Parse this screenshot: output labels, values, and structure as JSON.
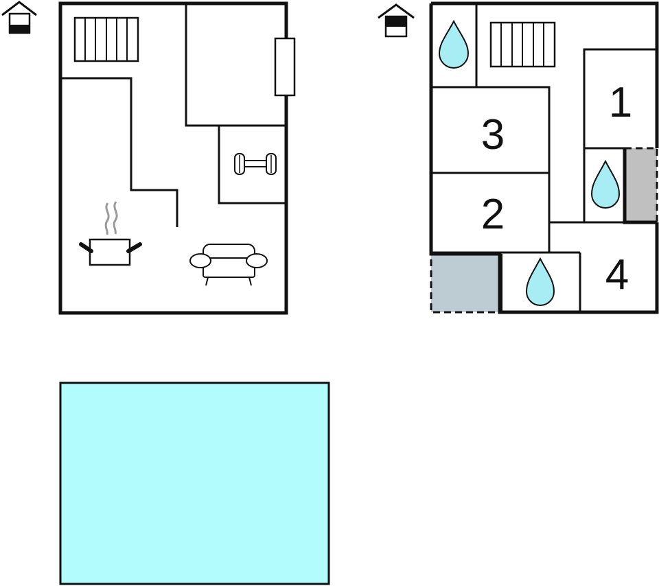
{
  "plan": {
    "ground_floor": {
      "level_icon": "house-level-ground-icon",
      "fixtures": [
        "stairs-icon",
        "fireplace-icon",
        "fitness-icon",
        "kitchen-icon",
        "living-room-icon"
      ]
    },
    "upper_floor": {
      "level_icon": "house-level-upper-icon",
      "rooms": [
        {
          "id": "bedroom-1",
          "number": "1"
        },
        {
          "id": "bedroom-2",
          "number": "2"
        },
        {
          "id": "bedroom-3",
          "number": "3"
        },
        {
          "id": "bedroom-4",
          "number": "4"
        }
      ],
      "fixtures": [
        "stairs-icon",
        "bathroom-icon",
        "bathroom-icon",
        "bathroom-icon"
      ]
    },
    "pool": {
      "icon": "pool-area"
    }
  },
  "colors": {
    "wall": "#111111",
    "water_drop": "#a8ecf4",
    "pool": "#b3fcfd",
    "balcony": "#bcccd2",
    "storage": "#c0c0c0",
    "steam": "#9a9a9a"
  }
}
